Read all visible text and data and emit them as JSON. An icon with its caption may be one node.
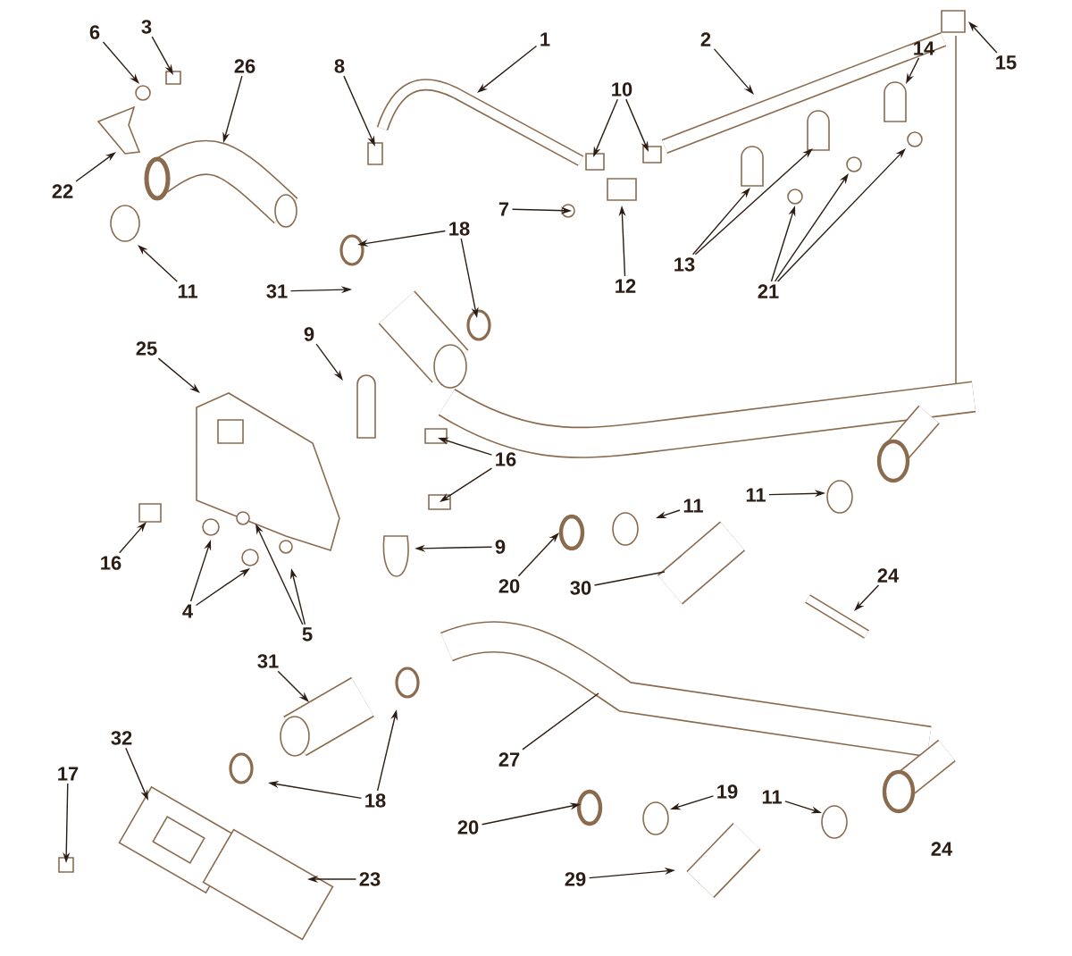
{
  "diagram": {
    "nodes": [
      {
        "text": [
          "6"
        ]
      },
      {
        "text": [
          "3"
        ]
      },
      {
        "text": [
          "26"
        ]
      },
      {
        "text": [
          "8"
        ]
      },
      {
        "text": [
          "1"
        ]
      },
      {
        "text": [
          "2"
        ]
      },
      {
        "text": [
          "15"
        ]
      },
      {
        "text": [
          "14"
        ]
      },
      {
        "text": [
          "10"
        ]
      },
      {
        "text": [
          "22"
        ]
      },
      {
        "text": [
          "7"
        ]
      },
      {
        "text": [
          "18"
        ]
      },
      {
        "text": [
          "13"
        ]
      },
      {
        "text": [
          "12"
        ]
      },
      {
        "text": [
          "11"
        ]
      },
      {
        "text": [
          "31"
        ]
      },
      {
        "text": [
          "21"
        ]
      },
      {
        "text": [
          "9"
        ]
      },
      {
        "text": [
          "25"
        ]
      },
      {
        "text": [
          "16"
        ]
      },
      {
        "text": [
          "11"
        ]
      },
      {
        "text": [
          "11"
        ]
      },
      {
        "text": [
          "9"
        ]
      },
      {
        "text": [
          "16"
        ]
      },
      {
        "text": [
          "24"
        ]
      },
      {
        "text": [
          "20"
        ]
      },
      {
        "text": [
          "30"
        ]
      },
      {
        "text": [
          "4"
        ]
      },
      {
        "text": [
          "5"
        ]
      },
      {
        "text": [
          "31"
        ]
      },
      {
        "text": [
          "32"
        ]
      },
      {
        "text": [
          "27"
        ]
      },
      {
        "text": [
          "17"
        ]
      },
      {
        "text": [
          "19"
        ]
      },
      {
        "text": [
          "11"
        ]
      },
      {
        "text": [
          "18"
        ]
      },
      {
        "text": [
          "20"
        ]
      },
      {
        "text": [
          "23"
        ]
      },
      {
        "text": [
          "29"
        ]
      }
    ],
    "edges": [
      {
        "from": 0,
        "to": null,
        "arrow": "to"
      },
      {
        "from": 1,
        "to": null,
        "arrow": "to"
      },
      {
        "from": 2,
        "to": null,
        "arrow": "to"
      },
      {
        "from": 3,
        "to": null,
        "arrow": "to"
      },
      {
        "from": 4,
        "to": null,
        "arrow": "to"
      },
      {
        "from": 5,
        "to": null,
        "arrow": "to"
      },
      {
        "from": 6,
        "to": null,
        "arrow": "to"
      },
      {
        "from": 7,
        "to": null,
        "arrow": "to"
      },
      {
        "from": 8,
        "to": null,
        "arrow": "to"
      },
      {
        "from": 8,
        "to": null,
        "arrow": "to"
      },
      {
        "from": 9,
        "to": null,
        "arrow": "to"
      },
      {
        "from": 10,
        "to": null,
        "arrow": "to"
      },
      {
        "from": 11,
        "to": null,
        "arrow": "to"
      },
      {
        "from": 11,
        "to": null,
        "arrow": "to"
      },
      {
        "from": 12,
        "to": null,
        "arrow": "to"
      },
      {
        "from": 12,
        "to": null,
        "arrow": "to"
      },
      {
        "from": 13,
        "to": null,
        "arrow": "to"
      },
      {
        "from": 14,
        "to": null,
        "arrow": "to"
      },
      {
        "from": 15,
        "to": null,
        "arrow": "to"
      },
      {
        "from": 16,
        "to": null,
        "arrow": "to"
      },
      {
        "from": 16,
        "to": null,
        "arrow": "to"
      },
      {
        "from": 16,
        "to": null,
        "arrow": "to"
      },
      {
        "from": 17,
        "to": null,
        "arrow": "to"
      },
      {
        "from": 18,
        "to": null,
        "arrow": "to"
      },
      {
        "from": 19,
        "to": null,
        "arrow": "to"
      },
      {
        "from": 19,
        "to": null,
        "arrow": "to"
      },
      {
        "from": 20,
        "to": null,
        "arrow": "to"
      },
      {
        "from": 21,
        "to": null,
        "arrow": "to"
      },
      {
        "from": 22,
        "to": null,
        "arrow": "to"
      },
      {
        "from": 23,
        "to": null,
        "arrow": "to"
      },
      {
        "from": 24,
        "to": null,
        "arrow": "to"
      },
      {
        "from": 25,
        "to": null,
        "arrow": "to"
      },
      {
        "from": 26,
        "to": null,
        "arrow": "none"
      },
      {
        "from": 27,
        "to": null,
        "arrow": "to"
      },
      {
        "from": 27,
        "to": null,
        "arrow": "to"
      },
      {
        "from": 28,
        "to": null,
        "arrow": "to"
      },
      {
        "from": 28,
        "to": null,
        "arrow": "to"
      },
      {
        "from": 29,
        "to": null,
        "arrow": "to"
      },
      {
        "from": 30,
        "to": null,
        "arrow": "to"
      },
      {
        "from": 31,
        "to": null,
        "arrow": "none"
      },
      {
        "from": 32,
        "to": null,
        "arrow": "to"
      },
      {
        "from": 33,
        "to": null,
        "arrow": "to"
      },
      {
        "from": 34,
        "to": null,
        "arrow": "to"
      },
      {
        "from": 35,
        "to": null,
        "arrow": "to"
      },
      {
        "from": 35,
        "to": null,
        "arrow": "to"
      },
      {
        "from": 36,
        "to": null,
        "arrow": "to"
      },
      {
        "from": 37,
        "to": null,
        "arrow": "to"
      },
      {
        "from": 38,
        "to": null,
        "arrow": "to"
      }
    ],
    "labels": [
      "24"
    ]
  }
}
